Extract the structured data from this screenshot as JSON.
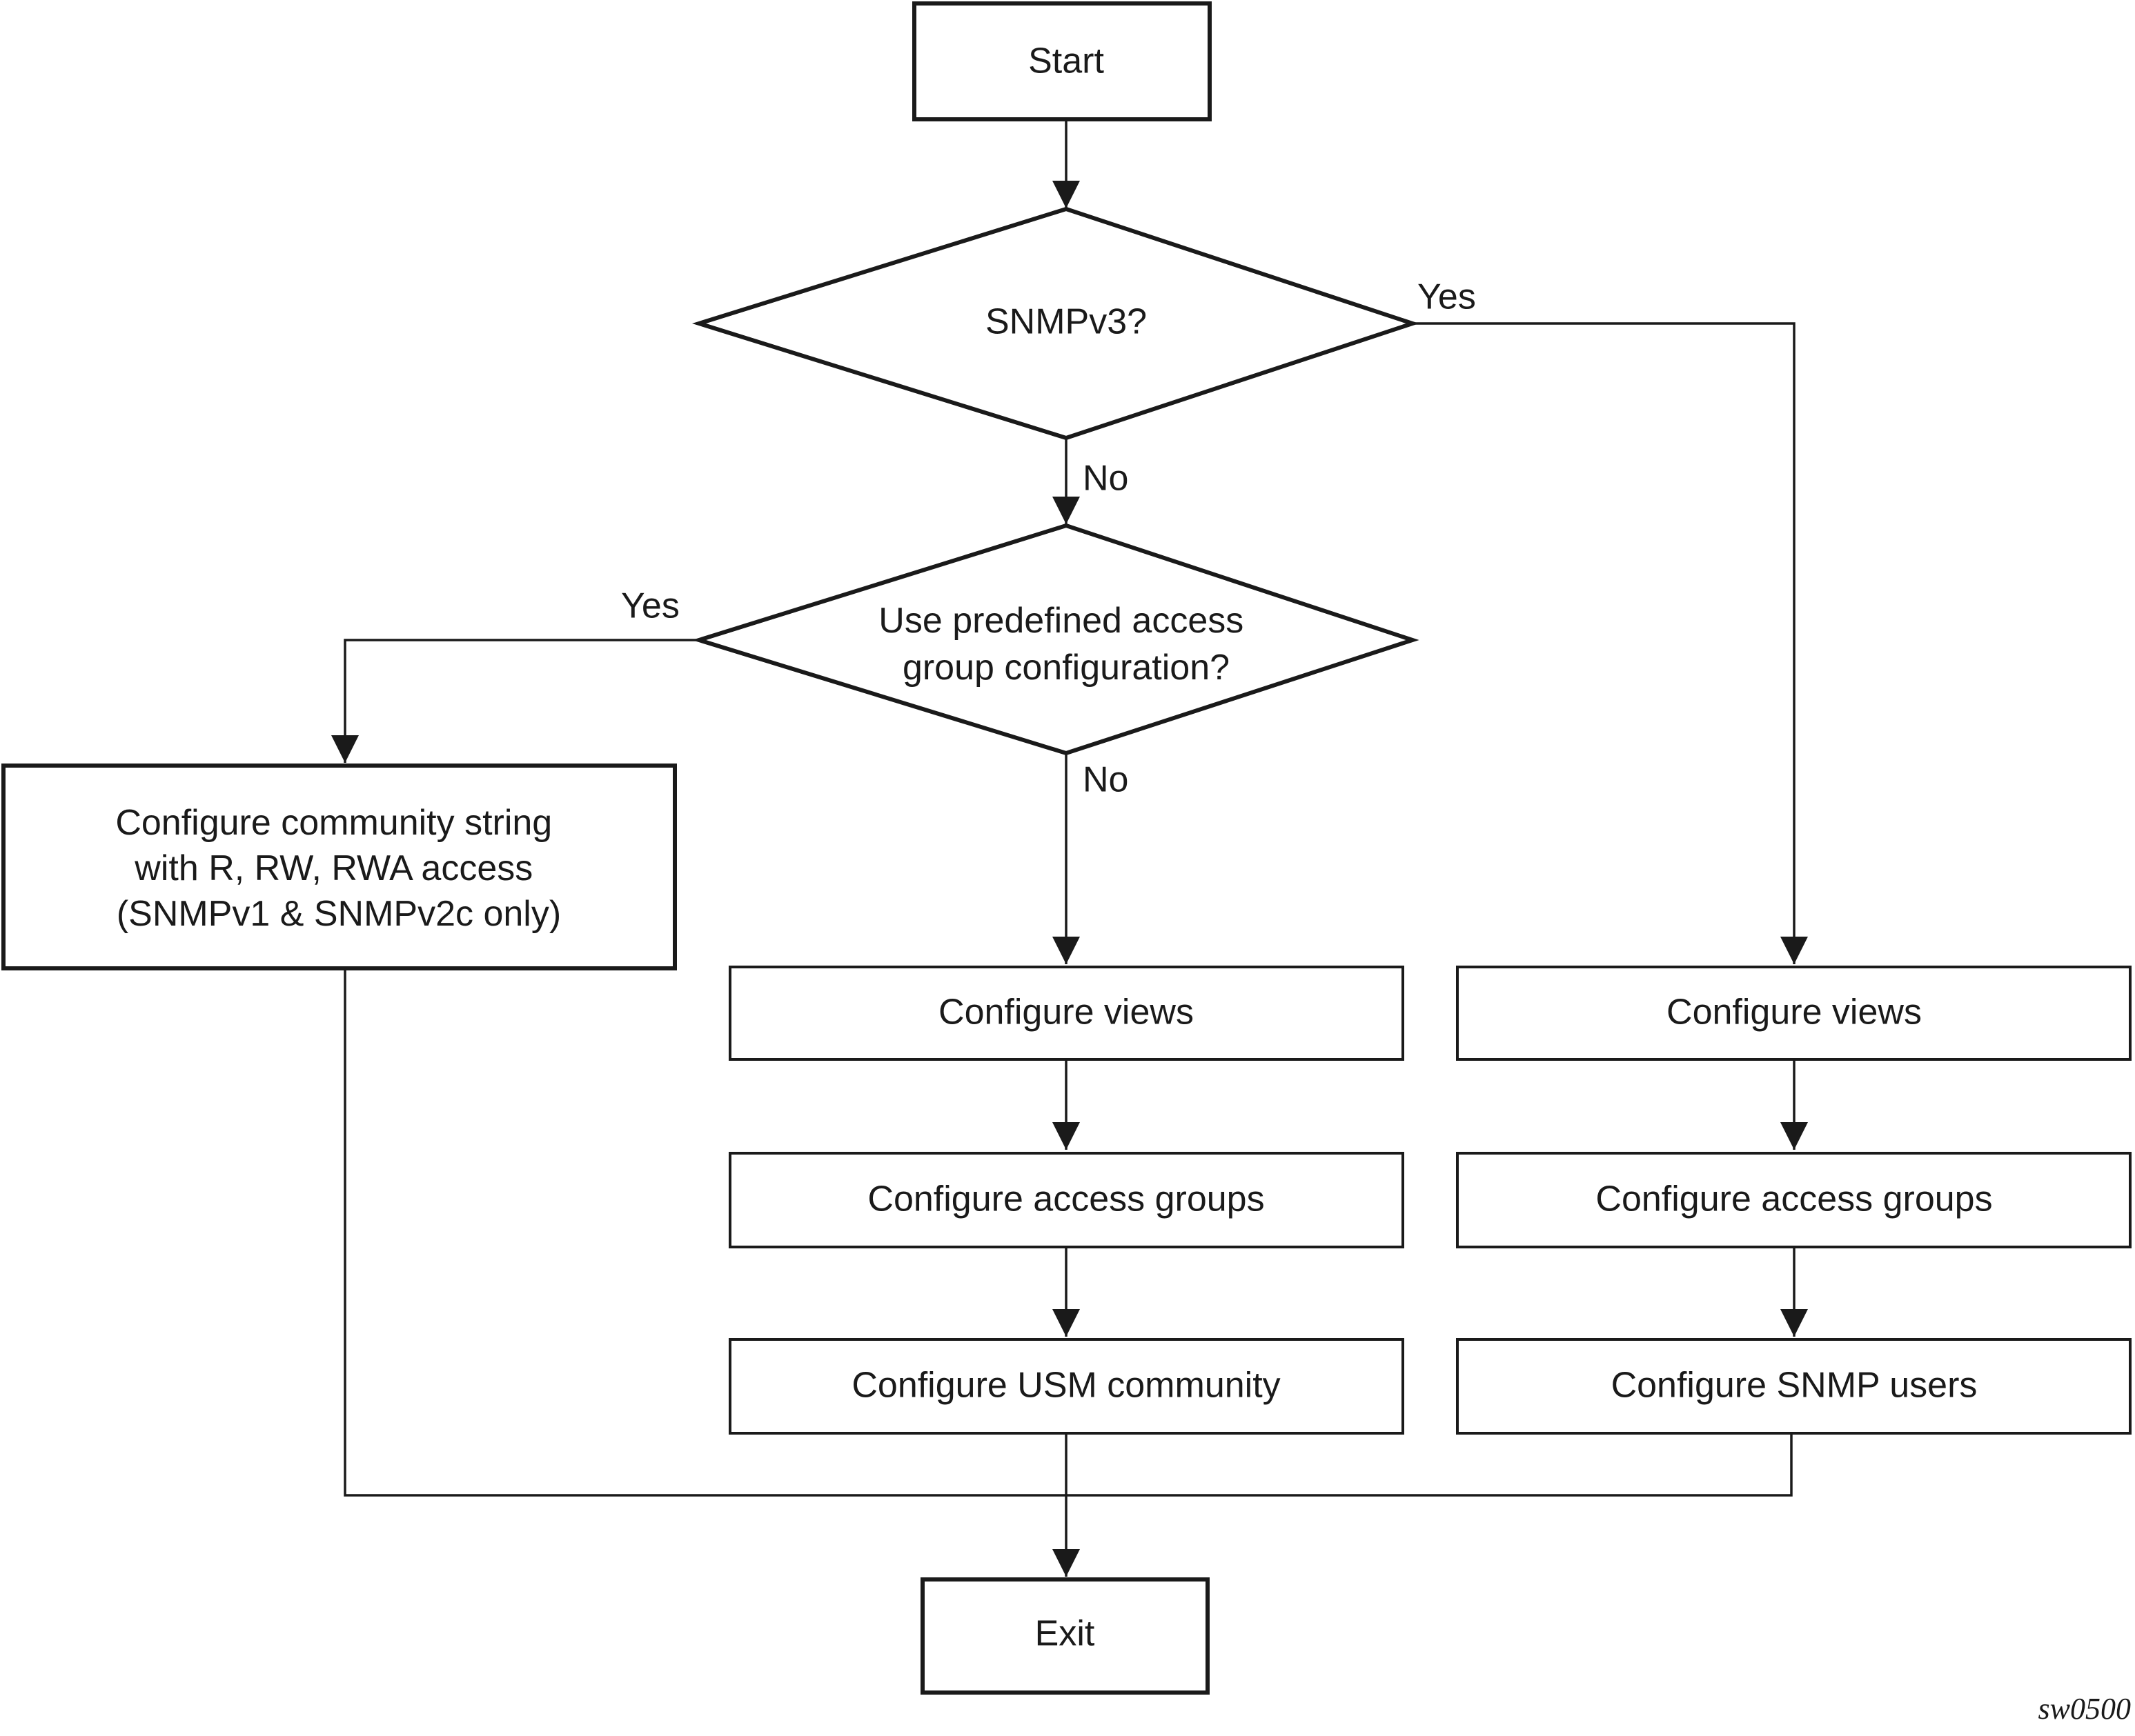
{
  "nodes": {
    "start": "Start",
    "snmpv3_decision": "SNMPv3?",
    "predefined_decision": [
      "Use predefined access",
      "group configuration?"
    ],
    "community_string": [
      "Configure community string",
      "with R, RW, RWA access",
      "(SNMPv1 & SNMPv2c only)"
    ],
    "mid_views": "Configure views",
    "mid_access_groups": "Configure access groups",
    "mid_usm_community": "Configure USM community",
    "right_views": "Configure views",
    "right_access_groups": "Configure access groups",
    "right_snmp_users": "Configure SNMP users",
    "exit": "Exit"
  },
  "edge_labels": {
    "snmpv3_yes": "Yes",
    "snmpv3_no": "No",
    "predefined_yes": "Yes",
    "predefined_no": "No"
  },
  "figure_id": "sw0500"
}
